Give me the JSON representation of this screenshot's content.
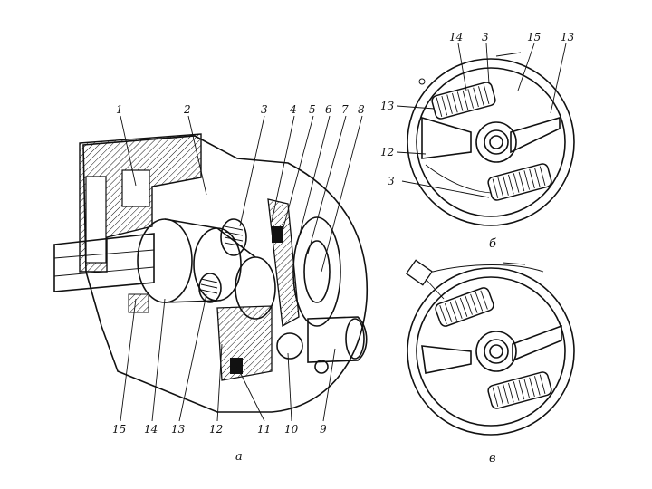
{
  "figure_a": {
    "caption": "а",
    "top_labels": [
      "1",
      "2",
      "3",
      "4",
      "5",
      "6",
      "7",
      "8"
    ],
    "bottom_labels": [
      "15",
      "14",
      "13",
      "12",
      "11",
      "10",
      "9"
    ]
  },
  "figure_b": {
    "caption": "б",
    "labels": [
      "14",
      "3",
      "15",
      "13",
      "13",
      "12",
      "3"
    ]
  },
  "figure_c": {
    "caption": "в"
  }
}
